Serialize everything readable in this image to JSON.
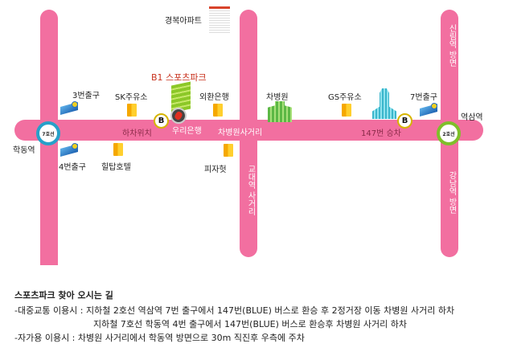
{
  "map": {
    "roads": {
      "vertical_right_top": "신림역 방면",
      "vertical_right_bottom": "강남역 방면",
      "vertical_middle": "교대역 사거리",
      "horizontal_intersection": "차병원사거리"
    },
    "stations": [
      {
        "line": "7호선",
        "name": "학동역",
        "color": "#27a0c9"
      },
      {
        "line": "2호선",
        "name": "역삼역",
        "color": "#7fbf2a"
      }
    ],
    "landmarks": {
      "apartment": "경복아파트",
      "sportspark": "B1 스포츠파크",
      "exit3": "3번출구",
      "exit4": "4번출구",
      "exit7": "7번출구",
      "sk_gas": "SK주유소",
      "gs_gas": "GS주유소",
      "exchange_bank": "외환은행",
      "woori_bank": "우리은행",
      "hilltop_hotel": "힐탑호텔",
      "pizza_hut": "피자헛",
      "cha_hospital": "차병원",
      "dropoff": "하차위치",
      "boarding": "147번 승차"
    },
    "bus_stop_label": "B"
  },
  "directions": {
    "title": "스포츠파크 찾아 오시는 길",
    "lines": [
      "-대중교통 이용시 : 지하철 2호선 역삼역 7번 출구에서 147번(BLUE) 버스로 환승 후 2정거장 이동  차병원 사거리 하차",
      "지하철 7호선 학동역 4번 출구에서 147번(BLUE) 버스로 환승후 차병원 사거리 하차",
      "-자가용 이용시 : 차병원 사거리에서 학동역 방면으로 30m 직진후 우측에 주차"
    ]
  }
}
